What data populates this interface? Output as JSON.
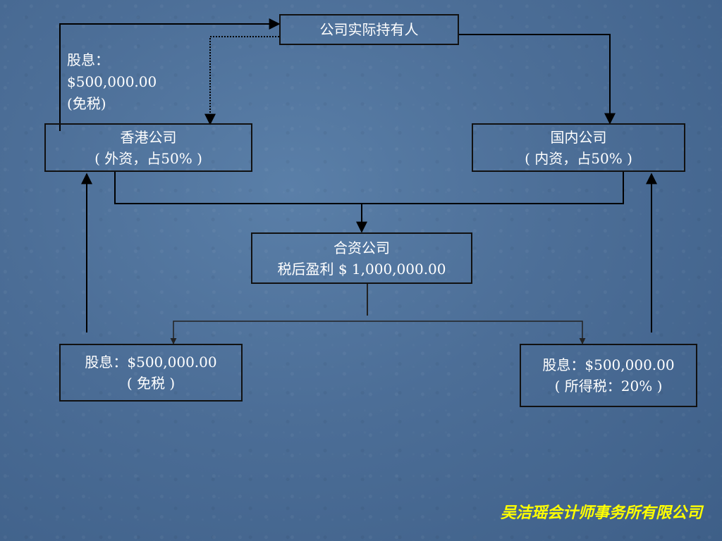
{
  "owner": {
    "label": "公司实际持有人"
  },
  "hk_company": {
    "name": "香港公司",
    "detail": "( 外资，占50% )"
  },
  "domestic_company": {
    "name": "国内公司",
    "detail": "( 内资，占50% )"
  },
  "jv_company": {
    "name": "合资公司",
    "profit": "税后盈利 $ 1,000,000.00"
  },
  "dividend_left": {
    "amount": "股息：$500,000.00",
    "tax": "( 免税 )"
  },
  "dividend_right": {
    "amount": "股息：$500,000.00",
    "tax": "( 所得税：20% )"
  },
  "upper_dividend": {
    "line1": "股息：",
    "line2": "$500,000.00",
    "line3": "(免税)"
  },
  "footer": {
    "text": "吴洁瑶会计师事务所有限公司"
  },
  "colors": {
    "background": "#4c6e97",
    "text": "#ffffff",
    "footer": "#ffff00",
    "lines": "#000000"
  }
}
